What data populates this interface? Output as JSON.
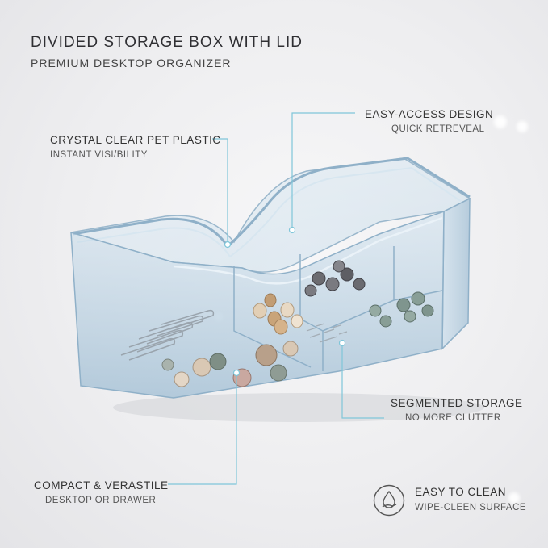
{
  "header": {
    "title": "DIVIDED STORAGE BOX WITH LID",
    "subtitle": "PREMIUM DESKTOP ORGANIZER"
  },
  "callouts": {
    "crystal": {
      "label": "CRYSTAL CLEAR PET PLASTIC",
      "sub": "INSTANT VISI/BILITY"
    },
    "access": {
      "label": "EASY-ACCESS DESIGN",
      "sub": "QUICK RETREVEAL"
    },
    "segment": {
      "label": "SEGMENTED STORAGE",
      "sub": "NO MORE CLUTTER"
    },
    "compact": {
      "label": "COMPACT & VERASTILE",
      "sub": "DESKTOP OR DRAWER"
    },
    "clean": {
      "label": "EASY TO CLEAN",
      "sub": "WIPE-CLEEN SURFACE",
      "icon": "water-drop-hand-icon"
    }
  },
  "colors": {
    "accent_line": "#7fc6d9",
    "plastic": "#b9d4e6",
    "plastic_edge": "#8fb0c8"
  }
}
